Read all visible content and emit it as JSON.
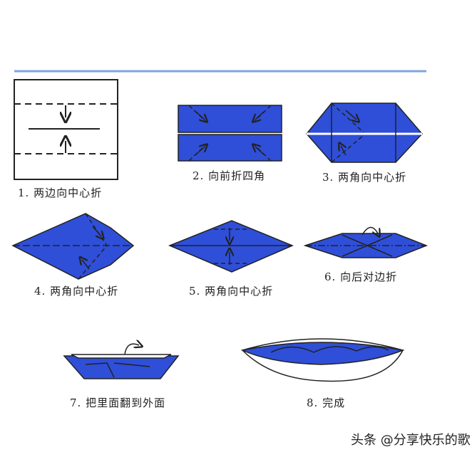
{
  "colors": {
    "paper_blue": "#2f4fd8",
    "rule": "#7ea6dc",
    "line": "#222222"
  },
  "steps": [
    {
      "label": "1. 两边向中心折"
    },
    {
      "label": "2. 向前折四角"
    },
    {
      "label": "3. 两角向中心折"
    },
    {
      "label": "4. 两角向中心折"
    },
    {
      "label": "5. 两角向中心折"
    },
    {
      "label": "6. 向后对边折"
    },
    {
      "label": "7. 把里面翻到外面"
    },
    {
      "label": "8. 完成"
    }
  ],
  "watermark": "头条 @分享快乐的歌"
}
